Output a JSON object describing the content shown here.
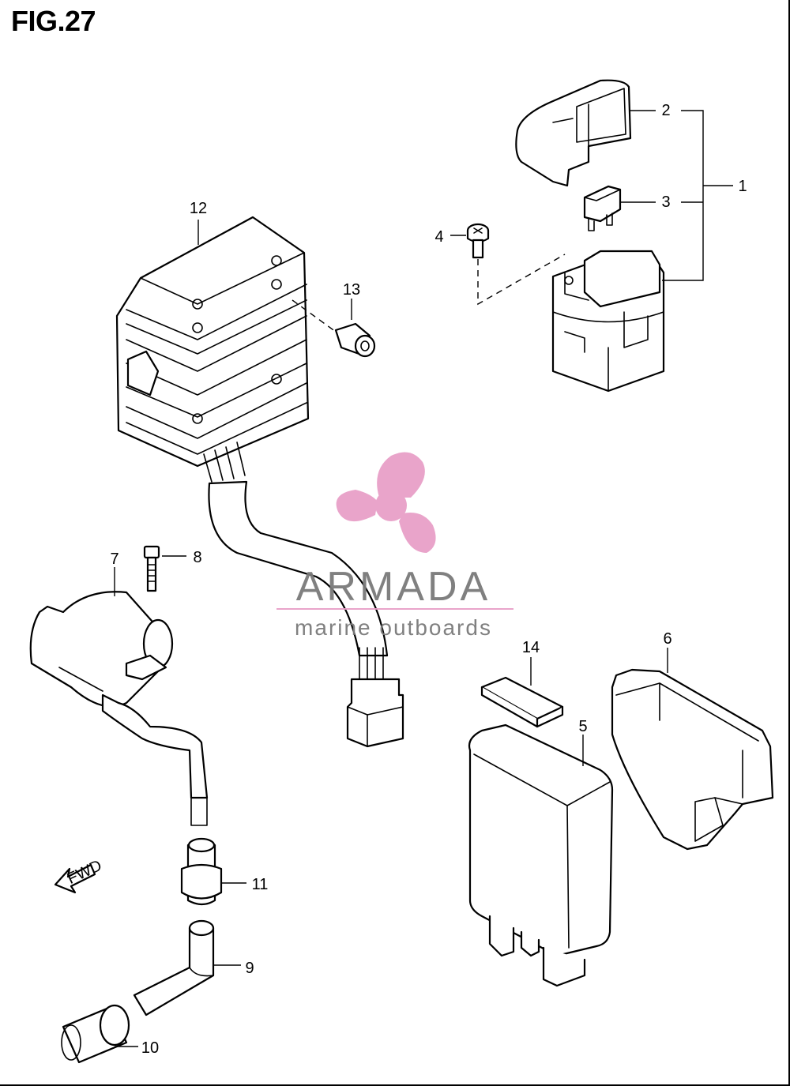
{
  "figure": {
    "title": "FIG.27"
  },
  "callouts": [
    {
      "id": "1",
      "label": "1"
    },
    {
      "id": "2",
      "label": "2"
    },
    {
      "id": "3",
      "label": "3"
    },
    {
      "id": "4",
      "label": "4"
    },
    {
      "id": "5",
      "label": "5"
    },
    {
      "id": "6",
      "label": "6"
    },
    {
      "id": "7",
      "label": "7"
    },
    {
      "id": "8",
      "label": "8"
    },
    {
      "id": "9",
      "label": "9"
    },
    {
      "id": "10",
      "label": "10"
    },
    {
      "id": "11",
      "label": "11"
    },
    {
      "id": "12",
      "label": "12"
    },
    {
      "id": "13",
      "label": "13"
    },
    {
      "id": "14",
      "label": "14"
    }
  ],
  "direction_marker": {
    "label": "FWD"
  },
  "watermark": {
    "brand": "ARMADA",
    "tagline": "marine outboards",
    "logo_color": "#e8a0c8",
    "text_color": "#7a7a7a"
  }
}
